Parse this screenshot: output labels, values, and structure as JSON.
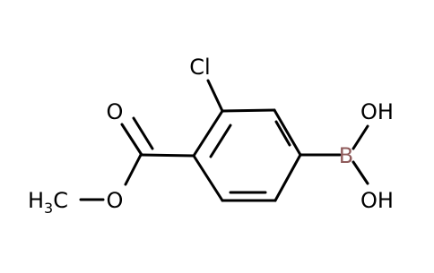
{
  "molecule": {
    "atoms": {
      "chlorine": "Cl",
      "carbonyl_oxygen": "O",
      "ester_oxygen": "O",
      "methyl_prefix": "H",
      "methyl_subscript": "3",
      "methyl_carbon": "C",
      "boron": "B",
      "hydroxyl_top": "OH",
      "hydroxyl_bottom": "OH"
    },
    "colors": {
      "bond": "#000000",
      "chlorine": "#000000",
      "oxygen": "#000000",
      "boron": "#8f5b5b",
      "background": "#ffffff"
    }
  }
}
